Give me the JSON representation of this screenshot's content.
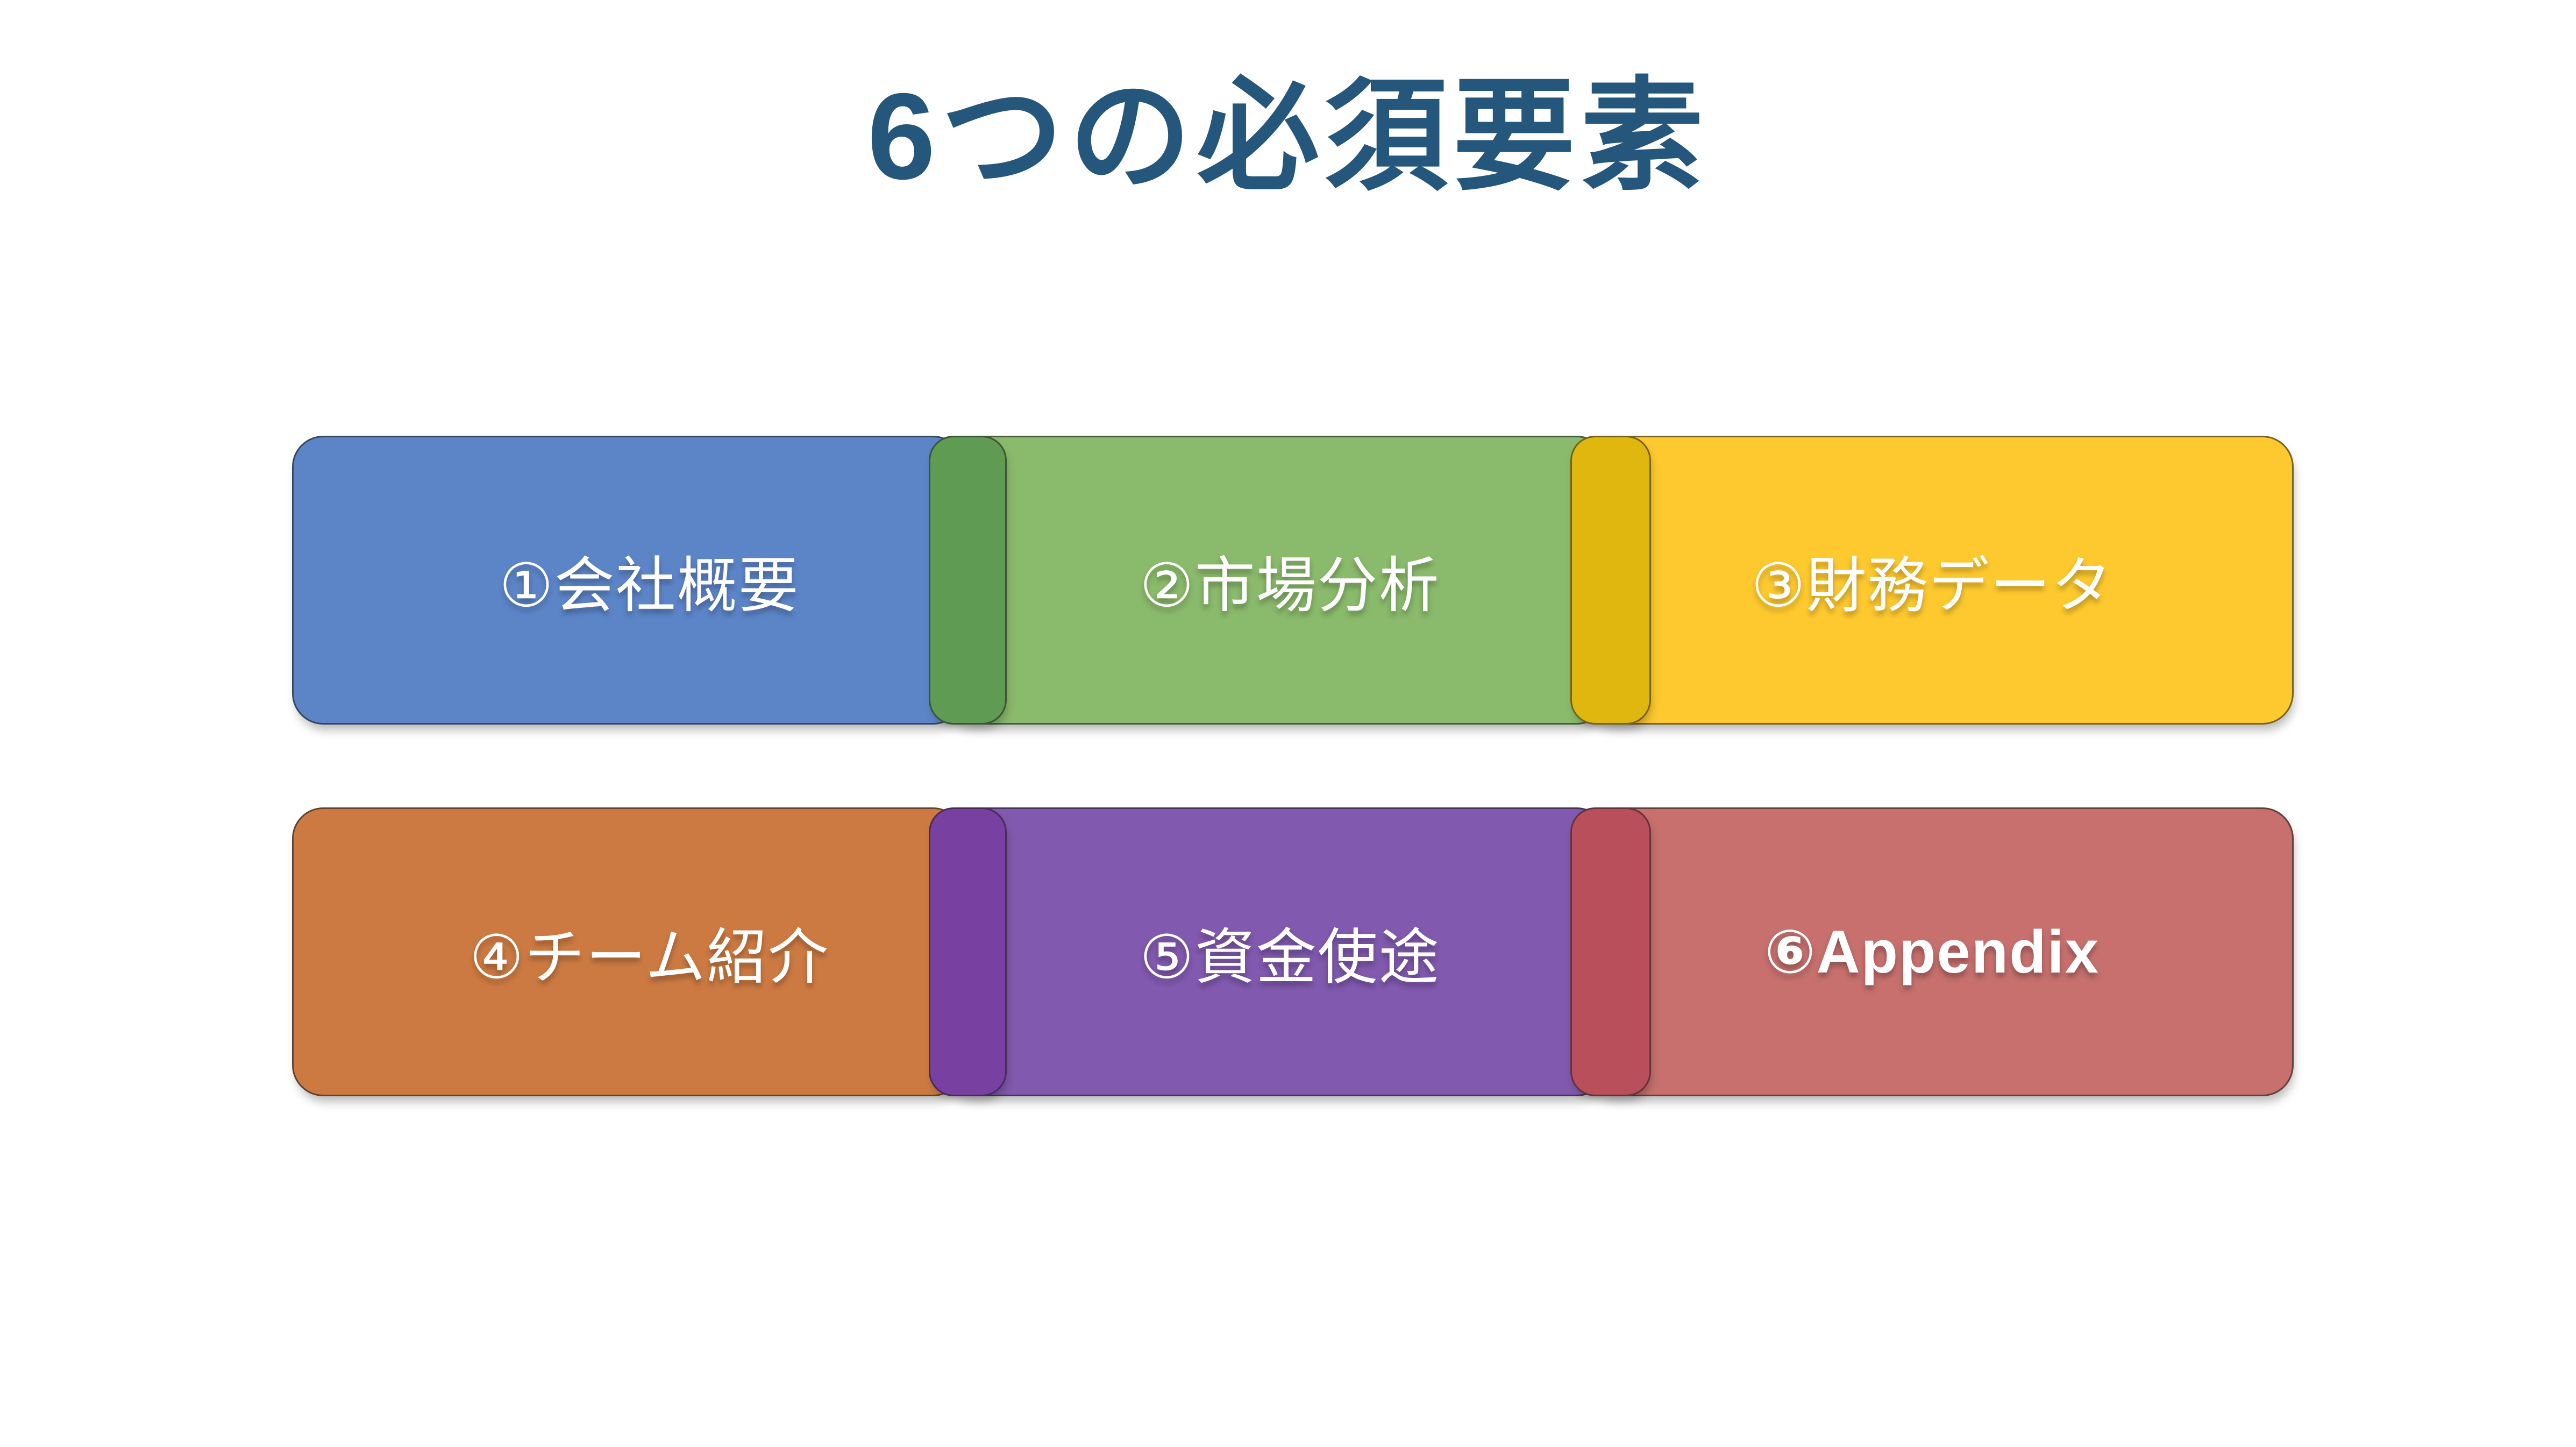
{
  "title": {
    "text": "6つの必須要素",
    "color": "#25567C"
  },
  "canvas": {
    "background": "#FFFFFF"
  },
  "boxes": [
    {
      "number": "①",
      "label": "①会社概要",
      "fill": "#5C85C8",
      "cap": null,
      "text_color": "#FFFFFF",
      "bold": false
    },
    {
      "number": "②",
      "label": "②市場分析",
      "fill": "#8ABA6B",
      "cap": "#5F9B53",
      "text_color": "#FFFFFF",
      "bold": false
    },
    {
      "number": "③",
      "label": "③財務データ",
      "fill": "#FEC92F",
      "cap": "#DFB70E",
      "text_color": "#FFFFFF",
      "bold": false
    },
    {
      "number": "④",
      "label": "④チーム紹介",
      "fill": "#CC7A42",
      "cap": null,
      "text_color": "#FFFFFF",
      "bold": false
    },
    {
      "number": "⑤",
      "label": "⑤資金使途",
      "fill": "#8159AE",
      "cap": "#7840A0",
      "text_color": "#FFFFFF",
      "bold": false
    },
    {
      "number": "⑥",
      "label": "⑥Appendix",
      "fill": "#C7706E",
      "cap": "#B94F5A",
      "text_color": "#FFFFFF",
      "bold": true
    }
  ]
}
